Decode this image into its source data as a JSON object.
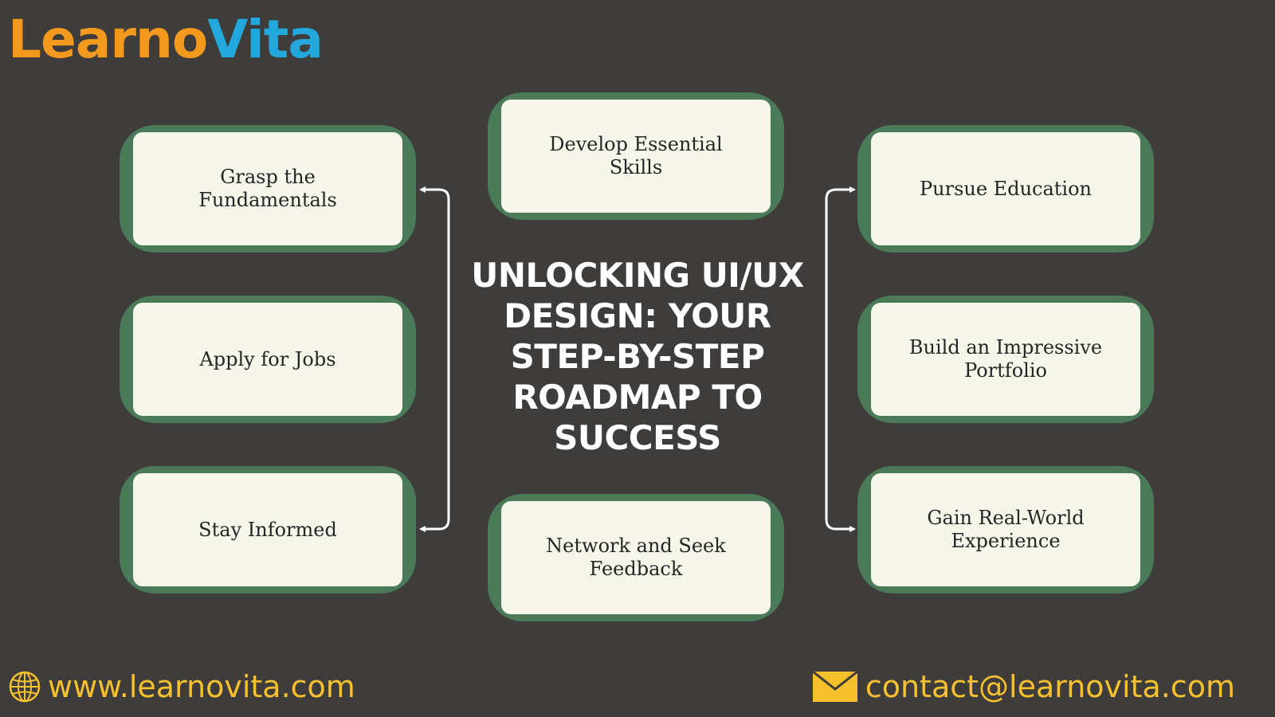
{
  "brand": {
    "logo_part1": "Learno",
    "logo_part2": "Vita",
    "logo_colors": {
      "primary": "#f39a1e",
      "secondary": "#22a8dc"
    }
  },
  "title": "UNLOCKING UI/UX DESIGN: YOUR STEP-BY-STEP ROADMAP TO SUCCESS",
  "steps": {
    "develop_skills": "Develop Essential Skills",
    "grasp_fundamentals": "Grasp the Fundamentals",
    "pursue_education": "Pursue Education",
    "apply_jobs": "Apply for Jobs",
    "build_portfolio": "Build an Impressive Portfolio",
    "stay_informed": "Stay Informed",
    "gain_experience": "Gain Real-World Experience",
    "network_feedback": "Network and Seek Feedback"
  },
  "footer": {
    "website": "www.learnovita.com",
    "email": "contact@learnovita.com",
    "website_icon": "globe-icon",
    "email_icon": "envelope-icon"
  },
  "colors": {
    "background": "#3e3d3c",
    "card_border": "#4a7a57",
    "card_fill": "#f6f6ea",
    "footer_text": "#f6c12d"
  }
}
